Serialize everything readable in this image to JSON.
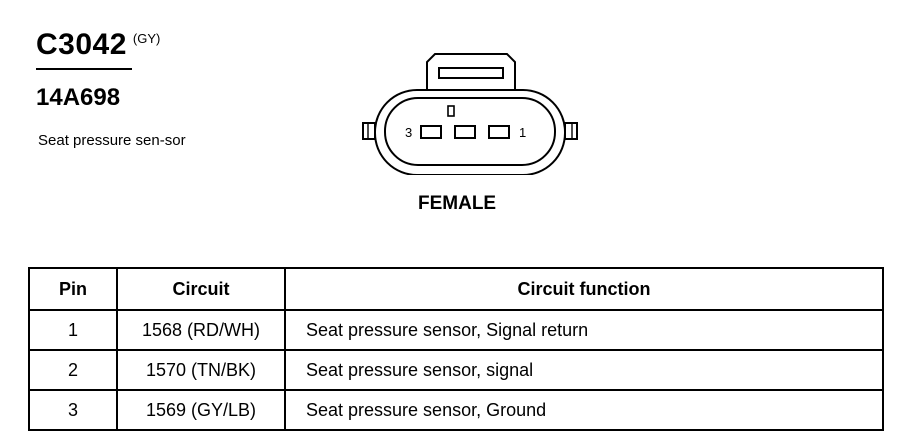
{
  "connector": {
    "code": "C3042",
    "color": "(GY)",
    "part_number": "14A698",
    "description": "Seat pressure sen-sor",
    "gender": "FEMALE",
    "diagram_pin_labels": {
      "left": "3",
      "right": "1"
    }
  },
  "table": {
    "headers": {
      "pin": "Pin",
      "circuit": "Circuit",
      "function": "Circuit function"
    },
    "rows": [
      {
        "pin": "1",
        "circuit": "1568 (RD/WH)",
        "function": "Seat pressure sensor, Signal return"
      },
      {
        "pin": "2",
        "circuit": "1570 (TN/BK)",
        "function": "Seat pressure sensor, signal"
      },
      {
        "pin": "3",
        "circuit": "1569 (GY/LB)",
        "function": "Seat pressure sensor, Ground"
      }
    ]
  }
}
